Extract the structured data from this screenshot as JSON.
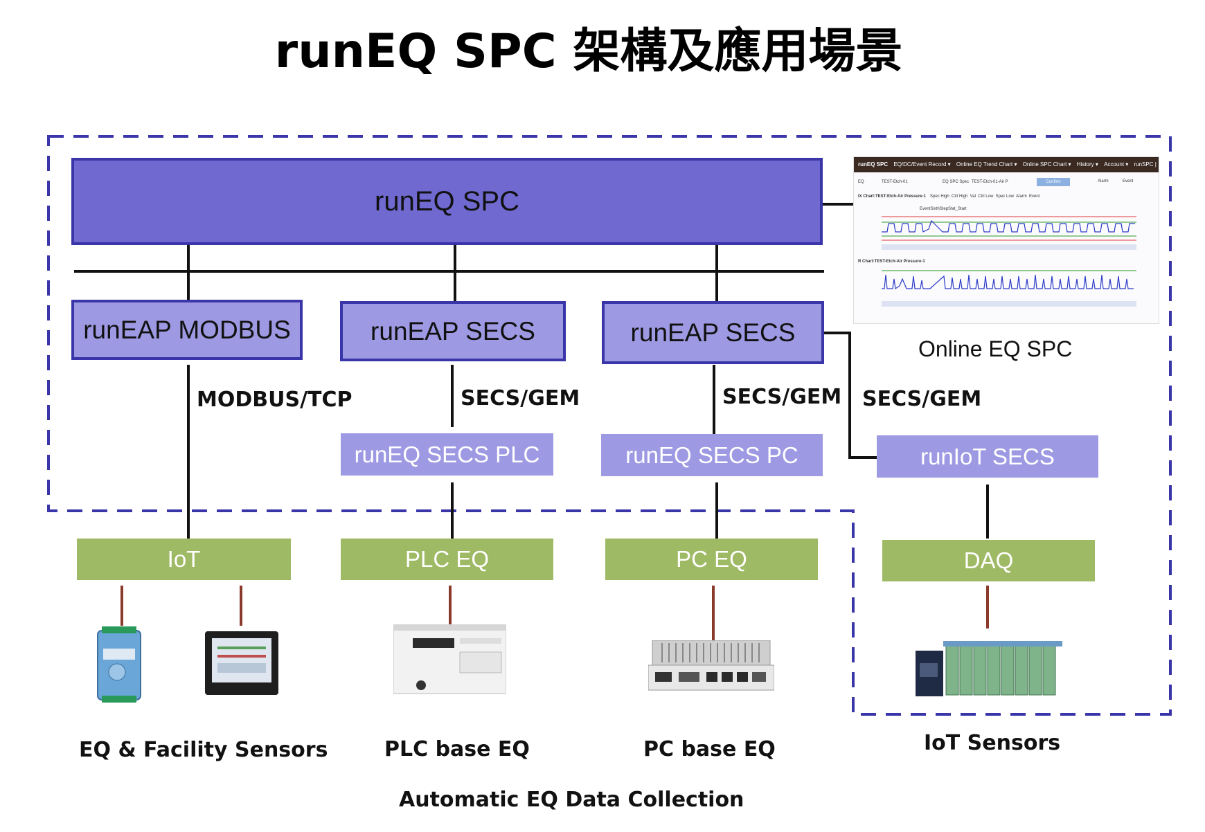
{
  "title": "runEQ SPC 架構及應用場景",
  "spc_label": "runEQ SPC",
  "eap": [
    "runEAP MODBUS",
    "runEAP SECS",
    "runEAP SECS"
  ],
  "protocols": [
    "MODBUS/TCP",
    "SECS/GEM",
    "SECS/GEM",
    "SECS/GEM"
  ],
  "devices": [
    "runEQ SECS PLC",
    "runEQ SECS PC",
    "runIoT SECS"
  ],
  "equipment": [
    "IoT",
    "PLC EQ",
    "PC EQ",
    "DAQ"
  ],
  "online_label": "Online EQ SPC",
  "captions": [
    "EQ & Facility Sensors",
    "PLC base EQ",
    "PC base EQ",
    "IoT Sensors"
  ],
  "footer": "Automatic EQ Data Collection",
  "screenshot": {
    "app_name": "runEQ SPC",
    "menu": [
      "EQ/DC/Event Record ▾",
      "Online EQ Trend Chart ▾",
      "Online SPC Chart ▾",
      "History ▾",
      "Account ▾",
      "runSPC | EC, TC, MI, VC"
    ],
    "eq_label": "EQ",
    "eq_value": "TEST-Etch-01",
    "spec_label": "EQ SPC Spec",
    "spec_value": "TEST-Etch-01-Air P",
    "confirm": "Confirm",
    "alarm": "Alarm",
    "event": "Event",
    "chart1_title": "IX Chart:TEST-Etch-Air Pressure-1",
    "chart2_title": "R Chart:TEST-Etch-Air Pressure-1",
    "legend": [
      "Spec High",
      "Ctrl High",
      "Val",
      "Ctrl Low",
      "Spec Low",
      "Alarm",
      "Event"
    ],
    "annotation": "EventSixthStepStat_Start"
  },
  "colors": {
    "spc_fill": "#6f69d0",
    "eap_fill": "#9d99e2",
    "box_border": "#3a35a8",
    "eq_fill": "#9fba64",
    "dashed_border": "#3a35a8",
    "device_link": "#8a3a2a"
  }
}
